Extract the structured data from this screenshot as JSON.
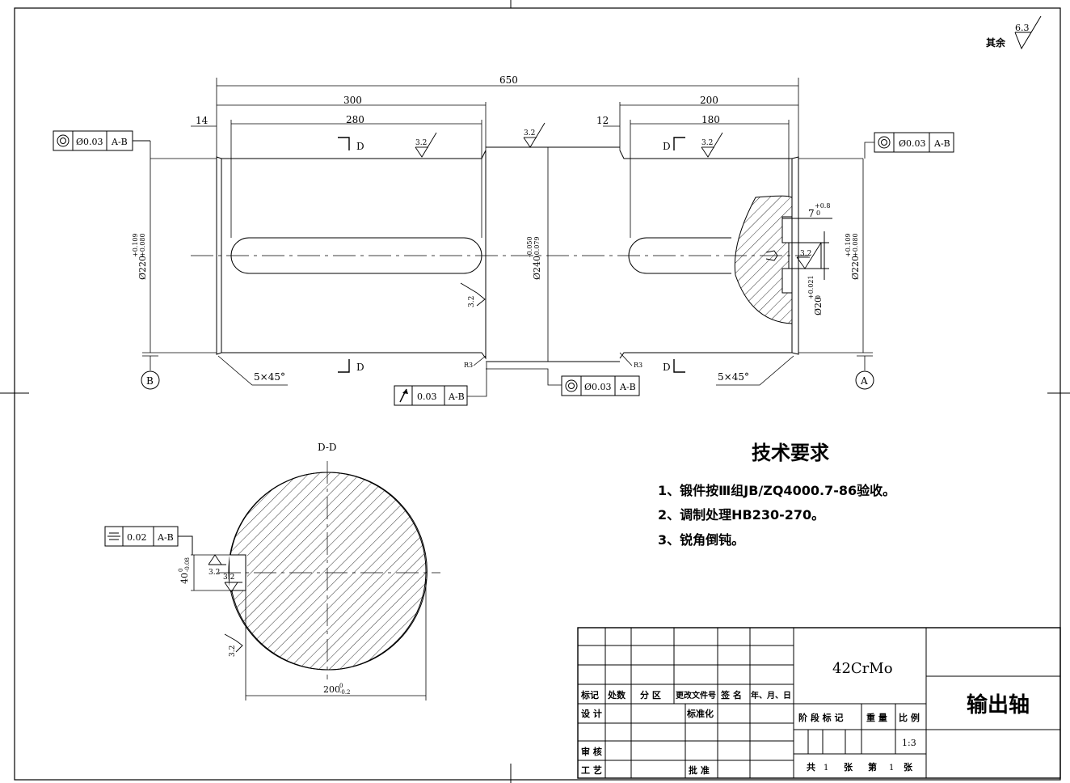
{
  "roughness": {
    "other_label": "其余",
    "other_value": "6.3",
    "value": "3.2"
  },
  "dims": {
    "overall": "650",
    "left_len": "300",
    "left_key": "280",
    "left_chamfer_off": "14",
    "right_len": "200",
    "right_key": "180",
    "right_chamfer_off": "12",
    "dia_left": "Ø220",
    "dia_left_tol_up": "+0.109",
    "dia_left_tol_lo": "+0.080",
    "dia_mid": "Ø240",
    "dia_mid_tol_up": "-0.050",
    "dia_mid_tol_lo": "-0.079",
    "dia_right": "Ø220",
    "dia_right_tol_up": "+0.109",
    "dia_right_tol_lo": "+0.080",
    "hole_dia": "Ø20",
    "hole_tol_up": "+0.021",
    "hole_tol_lo": "0",
    "hole_depth": "7",
    "hole_depth_up": "+0.8",
    "hole_depth_lo": "0",
    "chamfer": "5×45°",
    "fillet": "R3",
    "section_dia": "200",
    "section_dia_tol": "-0.2",
    "section_dia_tol_up": "0",
    "key_width": "40",
    "key_tol": "-0.08",
    "key_tol_up": "0"
  },
  "tolerances": {
    "coax_left": {
      "value": "Ø0.03",
      "datum": "A-B"
    },
    "coax_right": {
      "value": "Ø0.03",
      "datum": "A-B"
    },
    "coax_mid": {
      "value": "Ø0.03",
      "datum": "A-B"
    },
    "runout": {
      "value": "0.03",
      "datum": "A-B"
    },
    "symmetry": {
      "value": "0.02",
      "datum": "A-B"
    }
  },
  "datums": {
    "a": "A",
    "b": "B"
  },
  "section": {
    "marker": "D",
    "title": "D-D"
  },
  "tech_req": {
    "title": "技术要求",
    "items": [
      "1、锻件按Ⅲ组JB/ZQ4000.7-86验收。",
      "2、调制处理HB230-270。",
      "3、锐角倒钝。"
    ]
  },
  "title_block": {
    "material": "42CrMo",
    "part_name": "输出轴",
    "rev_headers": [
      "标记",
      "处数",
      "分 区",
      "更改文件号",
      "签 名",
      "年、月、日"
    ],
    "design": "设 计",
    "standardize": "标准化",
    "review": "审 核",
    "process": "工 艺",
    "approve": "批 准",
    "stage_headers": [
      "阶 段 标 记",
      "重 量",
      "比 例"
    ],
    "scale": "1:3",
    "sheet_total_label": "共",
    "sheet_total": "1",
    "sheet_unit": "张",
    "sheet_no_label": "第",
    "sheet_no": "1",
    "sheet_unit2": "张"
  }
}
